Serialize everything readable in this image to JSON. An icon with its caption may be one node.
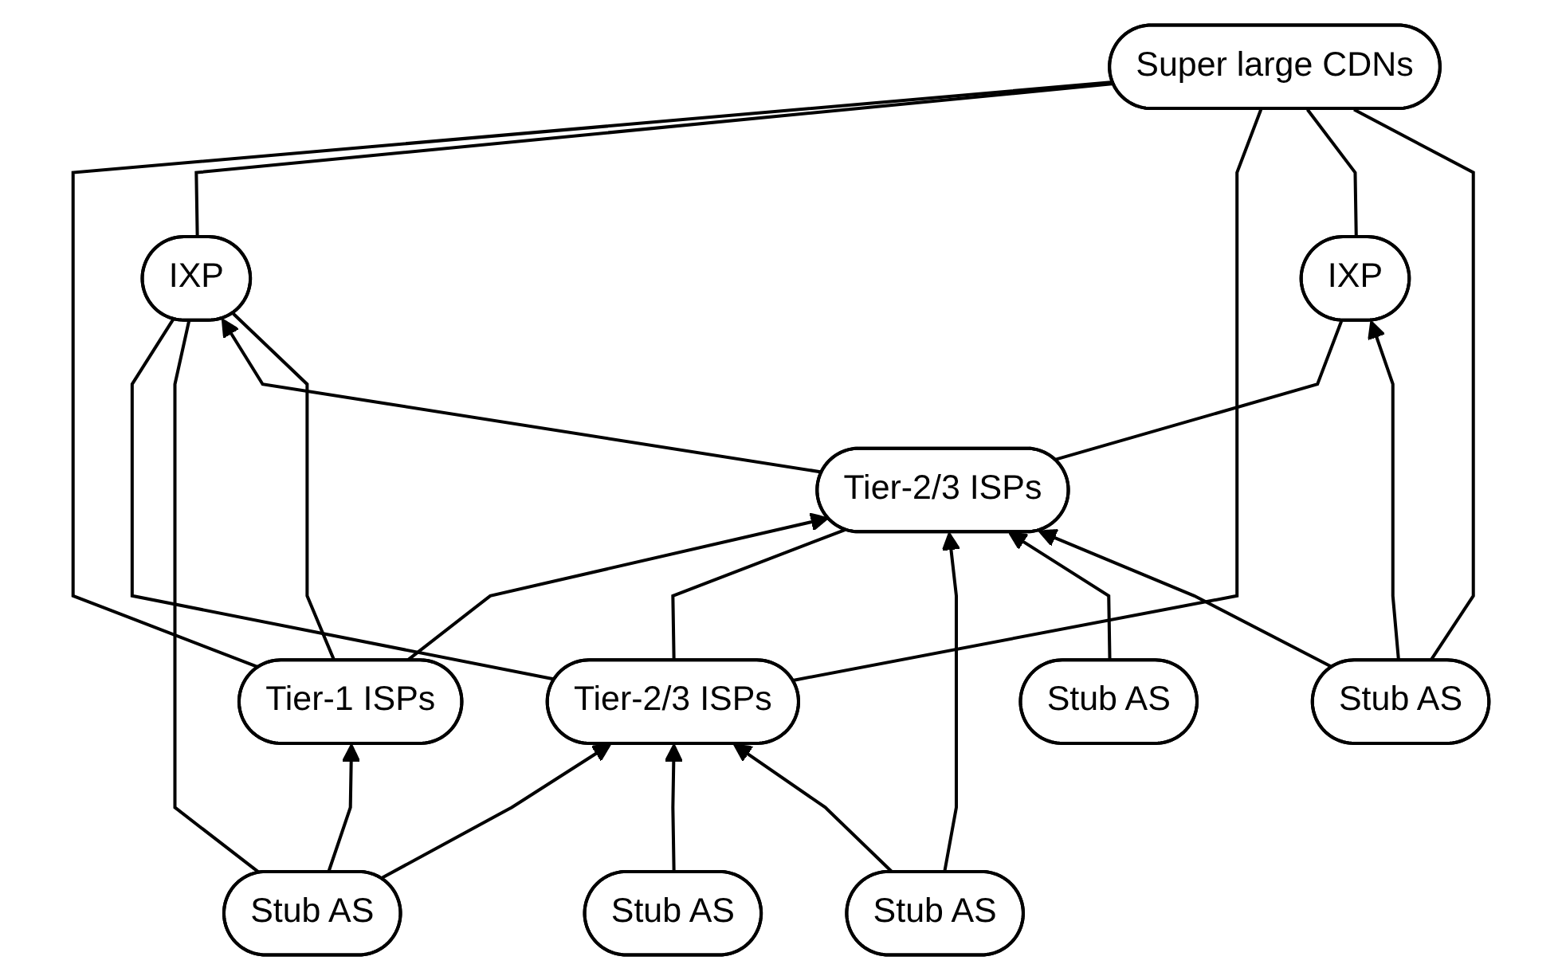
{
  "diagram": {
    "nodes": [
      {
        "text": [
          "Tier-1 ISPs"
        ]
      },
      {
        "text": [
          "Super large CDNs"
        ]
      },
      {
        "text": [
          "IXP"
        ]
      },
      {
        "text": [
          "IXP"
        ]
      },
      {
        "text": [
          "Tier-2/3 ISPs"
        ]
      },
      {
        "text": [
          "Tier-2/3 ISPs"
        ]
      },
      {
        "text": [
          "Stub AS"
        ]
      },
      {
        "text": [
          "Stub AS"
        ]
      },
      {
        "text": [
          "Stub AS"
        ]
      },
      {
        "text": [
          "Stub AS"
        ]
      },
      {
        "text": [
          "Stub AS"
        ]
      }
    ],
    "edges": [
      {
        "from": 0,
        "to": 1,
        "arrow": "none"
      },
      {
        "from": 2,
        "to": 0,
        "arrow": "none"
      },
      {
        "from": 0,
        "to": 5,
        "arrow": "to"
      },
      {
        "from": 2,
        "to": 1,
        "arrow": "none"
      },
      {
        "from": 4,
        "to": 1,
        "arrow": "none"
      },
      {
        "from": 3,
        "to": 1,
        "arrow": "none"
      },
      {
        "from": 10,
        "to": 1,
        "arrow": "none"
      },
      {
        "from": 4,
        "to": 2,
        "arrow": "none"
      },
      {
        "from": 6,
        "to": 2,
        "arrow": "none"
      },
      {
        "from": 5,
        "to": 2,
        "arrow": "to"
      },
      {
        "from": 5,
        "to": 3,
        "arrow": "none"
      },
      {
        "from": 4,
        "to": 5,
        "arrow": "none"
      },
      {
        "from": 6,
        "to": 0,
        "arrow": "to"
      },
      {
        "from": 6,
        "to": 4,
        "arrow": "to"
      },
      {
        "from": 7,
        "to": 4,
        "arrow": "to"
      },
      {
        "from": 8,
        "to": 4,
        "arrow": "to"
      },
      {
        "from": 8,
        "to": 5,
        "arrow": "to"
      },
      {
        "from": 9,
        "to": 5,
        "arrow": "to"
      },
      {
        "from": 10,
        "to": 5,
        "arrow": "to"
      },
      {
        "from": 10,
        "to": 3,
        "arrow": "to"
      }
    ]
  }
}
